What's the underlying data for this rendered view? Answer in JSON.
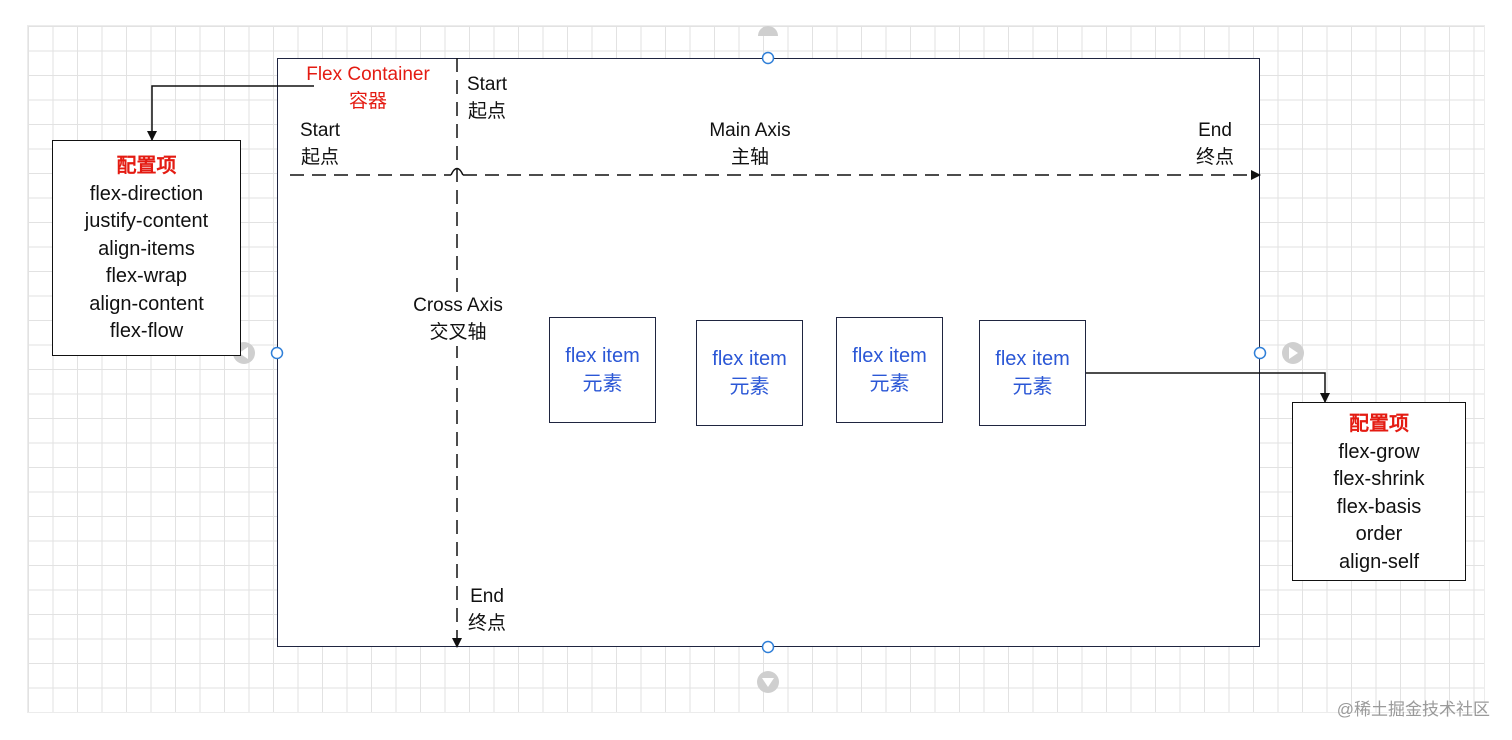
{
  "container": {
    "title_en": "Flex Container",
    "title_zh": "容器"
  },
  "main_axis": {
    "start_en": "Start",
    "start_zh": "起点",
    "name_en": "Main Axis",
    "name_zh": "主轴",
    "end_en": "End",
    "end_zh": "终点"
  },
  "cross_axis": {
    "start_en": "Start",
    "start_zh": "起点",
    "name_en": "Cross Axis",
    "name_zh": "交叉轴",
    "end_en": "End",
    "end_zh": "终点"
  },
  "container_config": {
    "title": "配置项",
    "items": [
      "flex-direction",
      "justify-content",
      "align-items",
      "flex-wrap",
      "align-content",
      "flex-flow"
    ]
  },
  "item_config": {
    "title": "配置项",
    "items": [
      "flex-grow",
      "flex-shrink",
      "flex-basis",
      "order",
      "align-self"
    ]
  },
  "flex_items": [
    {
      "en": "flex item",
      "zh": "元素"
    },
    {
      "en": "flex item",
      "zh": "元素"
    },
    {
      "en": "flex item",
      "zh": "元素"
    },
    {
      "en": "flex item",
      "zh": "元素"
    }
  ],
  "watermark": "@稀土掘金技术社区",
  "colors": {
    "accent_red": "#e41b12",
    "item_blue": "#2b57d6",
    "border": "#1f2540",
    "handle_blue": "#2f7fd8"
  }
}
